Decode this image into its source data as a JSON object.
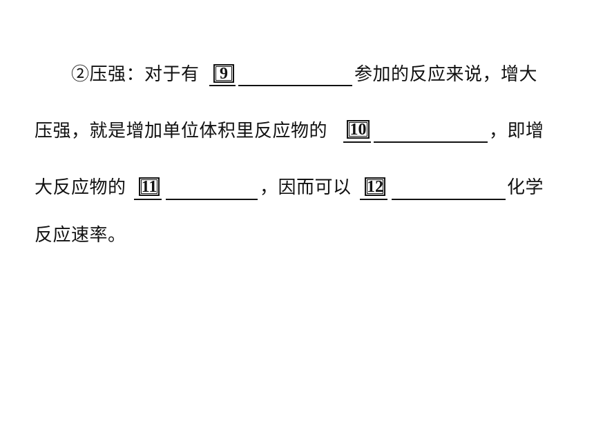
{
  "paragraph": {
    "line1": {
      "prefix": "②压强：对于有",
      "blank_num": "9",
      "suffix": "参加的反应来说，增大"
    },
    "line2": {
      "prefix": "压强，就是增加单位体积里反应物的",
      "blank_num": "10",
      "suffix": "，即增"
    },
    "line3": {
      "prefix": "大反应物的",
      "blank_num_a": "11",
      "middle": "，因而可以",
      "blank_num_b": "12",
      "suffix": "化学"
    },
    "line4": {
      "text": "反应速率。"
    }
  }
}
